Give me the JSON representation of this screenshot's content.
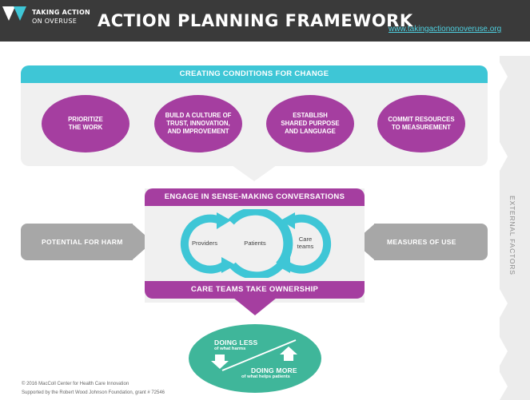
{
  "header": {
    "logo_line1": "TAKING ACTION",
    "logo_line2": "ON OVERUSE",
    "title": "ACTION PLANNING FRAMEWORK",
    "url": "www.takingactiononoveruse.org"
  },
  "conditions": {
    "heading": "CREATING CONDITIONS FOR CHANGE",
    "items": [
      [
        "PRIORITIZE",
        "THE WORK"
      ],
      [
        "BUILD A CULTURE OF",
        "TRUST, INNOVATION,",
        "AND IMPROVEMENT"
      ],
      [
        "ESTABLISH",
        "SHARED PURPOSE",
        "AND LANGUAGE"
      ],
      [
        "COMMIT RESOURCES",
        "TO MEASUREMENT"
      ]
    ]
  },
  "engage": {
    "heading": "ENGAGE IN SENSE-MAKING CONVERSATIONS",
    "loop_labels": {
      "providers": "Providers",
      "patients": "Patients",
      "care_line1": "Care",
      "care_line2": "teams"
    },
    "ownership": "CARE TEAMS TAKE OWNERSHIP"
  },
  "inputs": {
    "left": "POTENTIAL FOR HARM",
    "right": "MEASURES OF USE"
  },
  "external": "EXTERNAL FACTORS",
  "outcome": {
    "less": "DOING LESS",
    "less_sub": "of what harms",
    "more": "DOING MORE",
    "more_sub": "of what helps patients"
  },
  "footer": {
    "line1": "© 2016 MacColl Center for Health Care Innovation",
    "line2": "Supported by the Robert Wood Johnson Foundation, grant # 72546"
  },
  "colors": {
    "teal": "#3ec6d6",
    "purple": "#a53ea0",
    "gray": "#a7a7a7",
    "green": "#3fb69a",
    "header": "#3a3a3a"
  }
}
